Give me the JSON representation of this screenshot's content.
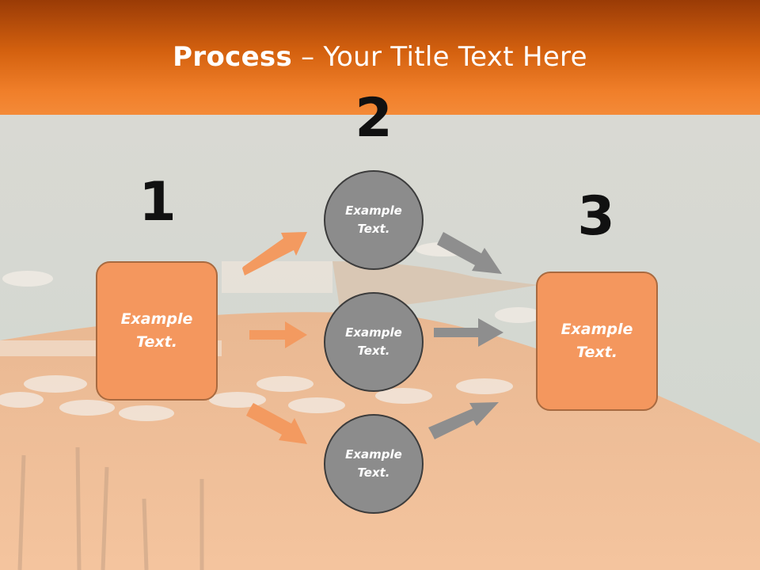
{
  "title": {
    "bold": "Process",
    "rest": " – Your Title Text Here"
  },
  "steps": [
    {
      "number": "1",
      "line1": "Example",
      "line2": "Text."
    },
    {
      "number": "2"
    },
    {
      "number": "3",
      "line1": "Example",
      "line2": "Text."
    }
  ],
  "circles": [
    {
      "line1": "Example",
      "line2": "Text."
    },
    {
      "line1": "Example",
      "line2": "Text."
    },
    {
      "line1": "Example",
      "line2": "Text."
    }
  ],
  "colors": {
    "header": "#e36f1c",
    "box_fill": "#f4975e",
    "circle_fill": "#8c8c8c",
    "orange_arrow": "#f39a60",
    "gray_arrow": "#8e8e8e"
  }
}
